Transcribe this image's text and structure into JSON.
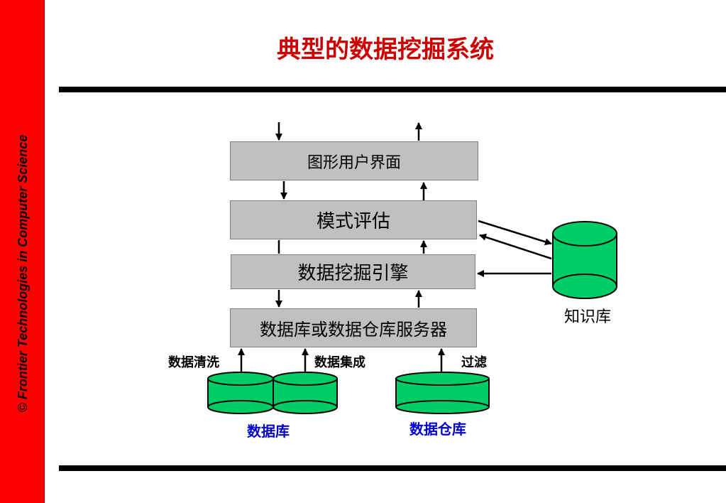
{
  "sidebar": {
    "copyright": "© Frontier Technologies in Computer Science"
  },
  "title": "典型的数据挖掘系统",
  "layers": {
    "gui": "图形用户界面",
    "evaluation": "模式评估",
    "engine": "数据挖掘引擎",
    "server": "数据库或数据仓库服务器"
  },
  "knowledge_base": "知识库",
  "process_labels": {
    "cleaning": "数据清洗",
    "integration": "数据集成",
    "filtering": "过滤"
  },
  "sources": {
    "database": "数据库",
    "warehouse": "数据仓库"
  },
  "colors": {
    "sidebar": "#ff0000",
    "title": "#cc0000",
    "box": "#c0c0c0",
    "cylinder": "#00cc66",
    "source_label": "#0000cc"
  }
}
